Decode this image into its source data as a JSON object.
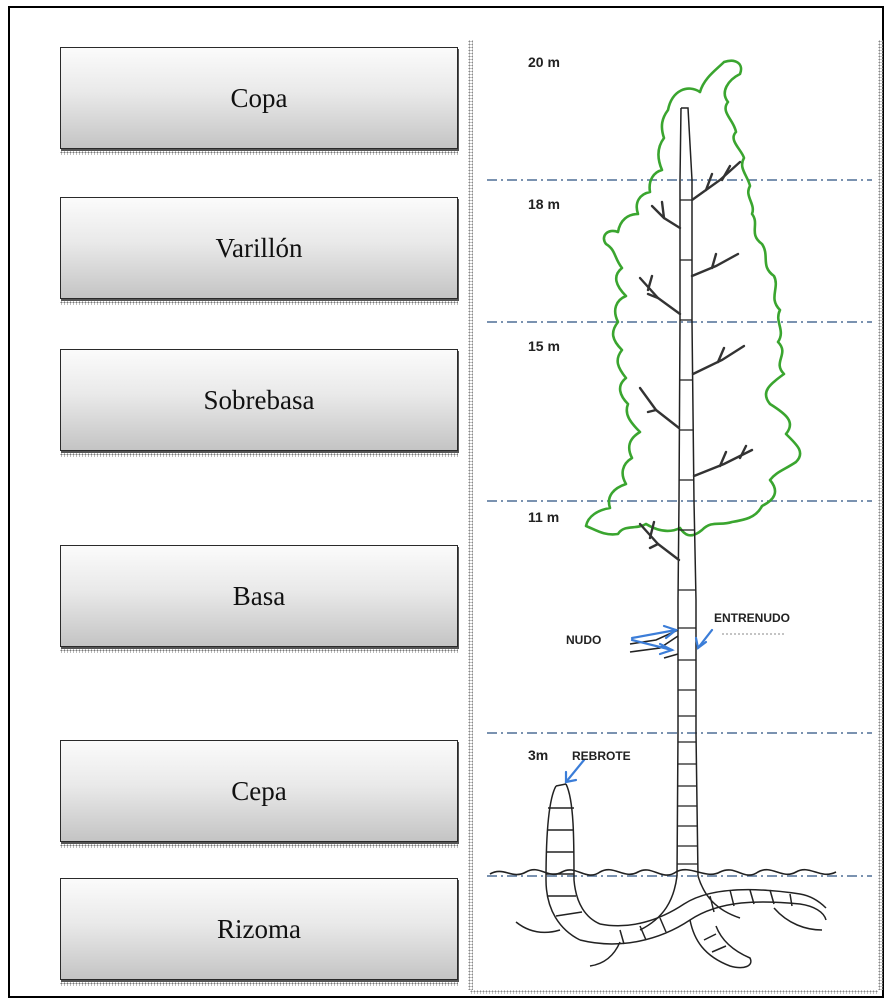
{
  "sections": [
    {
      "id": "copa",
      "label": "Copa"
    },
    {
      "id": "varillon",
      "label": "Varillón"
    },
    {
      "id": "sobrebasa",
      "label": "Sobrebasa"
    },
    {
      "id": "basa",
      "label": "Basa"
    },
    {
      "id": "cepa",
      "label": "Cepa"
    },
    {
      "id": "rizoma",
      "label": "Rizoma"
    }
  ],
  "heights": {
    "h20": "20 m",
    "h18": "18 m",
    "h15": "15 m",
    "h11": "11 m",
    "h3": "3m"
  },
  "annotations": {
    "nudo": "NUDO",
    "entrenudo": "ENTRENUDO",
    "rebrote": "REBROTE"
  },
  "colors": {
    "foliage": "#3aa52f",
    "guide_line": "#4f6f96",
    "arrow": "#3b7dd8",
    "stem": "#222222"
  }
}
